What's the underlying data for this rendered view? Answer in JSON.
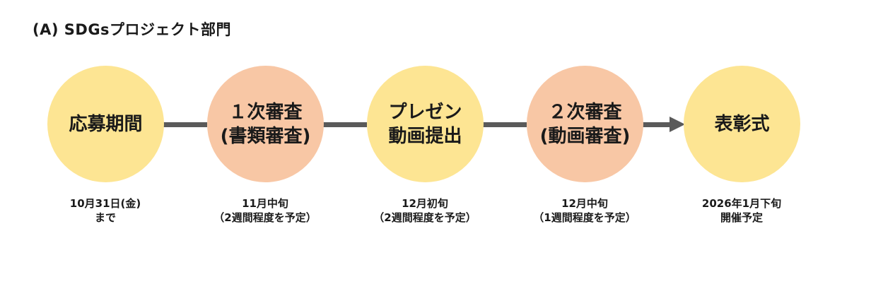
{
  "title": "(A) SDGsプロジェクト部門",
  "colors": {
    "yellow": "#fde593",
    "peach": "#f8c7a5",
    "connector": "#5a5a5a"
  },
  "steps": [
    {
      "label_lines": [
        "応募期間"
      ],
      "color": "yellow",
      "caption_lines": [
        "10月31日(金)",
        "まで"
      ]
    },
    {
      "label_lines": [
        "１次審査",
        "(書類審査)"
      ],
      "color": "peach",
      "caption_lines": [
        "11月中旬",
        "（2週間程度を予定）"
      ]
    },
    {
      "label_lines": [
        "プレゼン",
        "動画提出"
      ],
      "color": "yellow",
      "caption_lines": [
        "12月初旬",
        "（2週間程度を予定）"
      ]
    },
    {
      "label_lines": [
        "２次審査",
        "(動画審査)"
      ],
      "color": "peach",
      "caption_lines": [
        "12月中旬",
        "（1週間程度を予定）"
      ]
    },
    {
      "label_lines": [
        "表彰式"
      ],
      "color": "yellow",
      "caption_lines": [
        "2026年1月下旬",
        "開催予定"
      ]
    }
  ]
}
